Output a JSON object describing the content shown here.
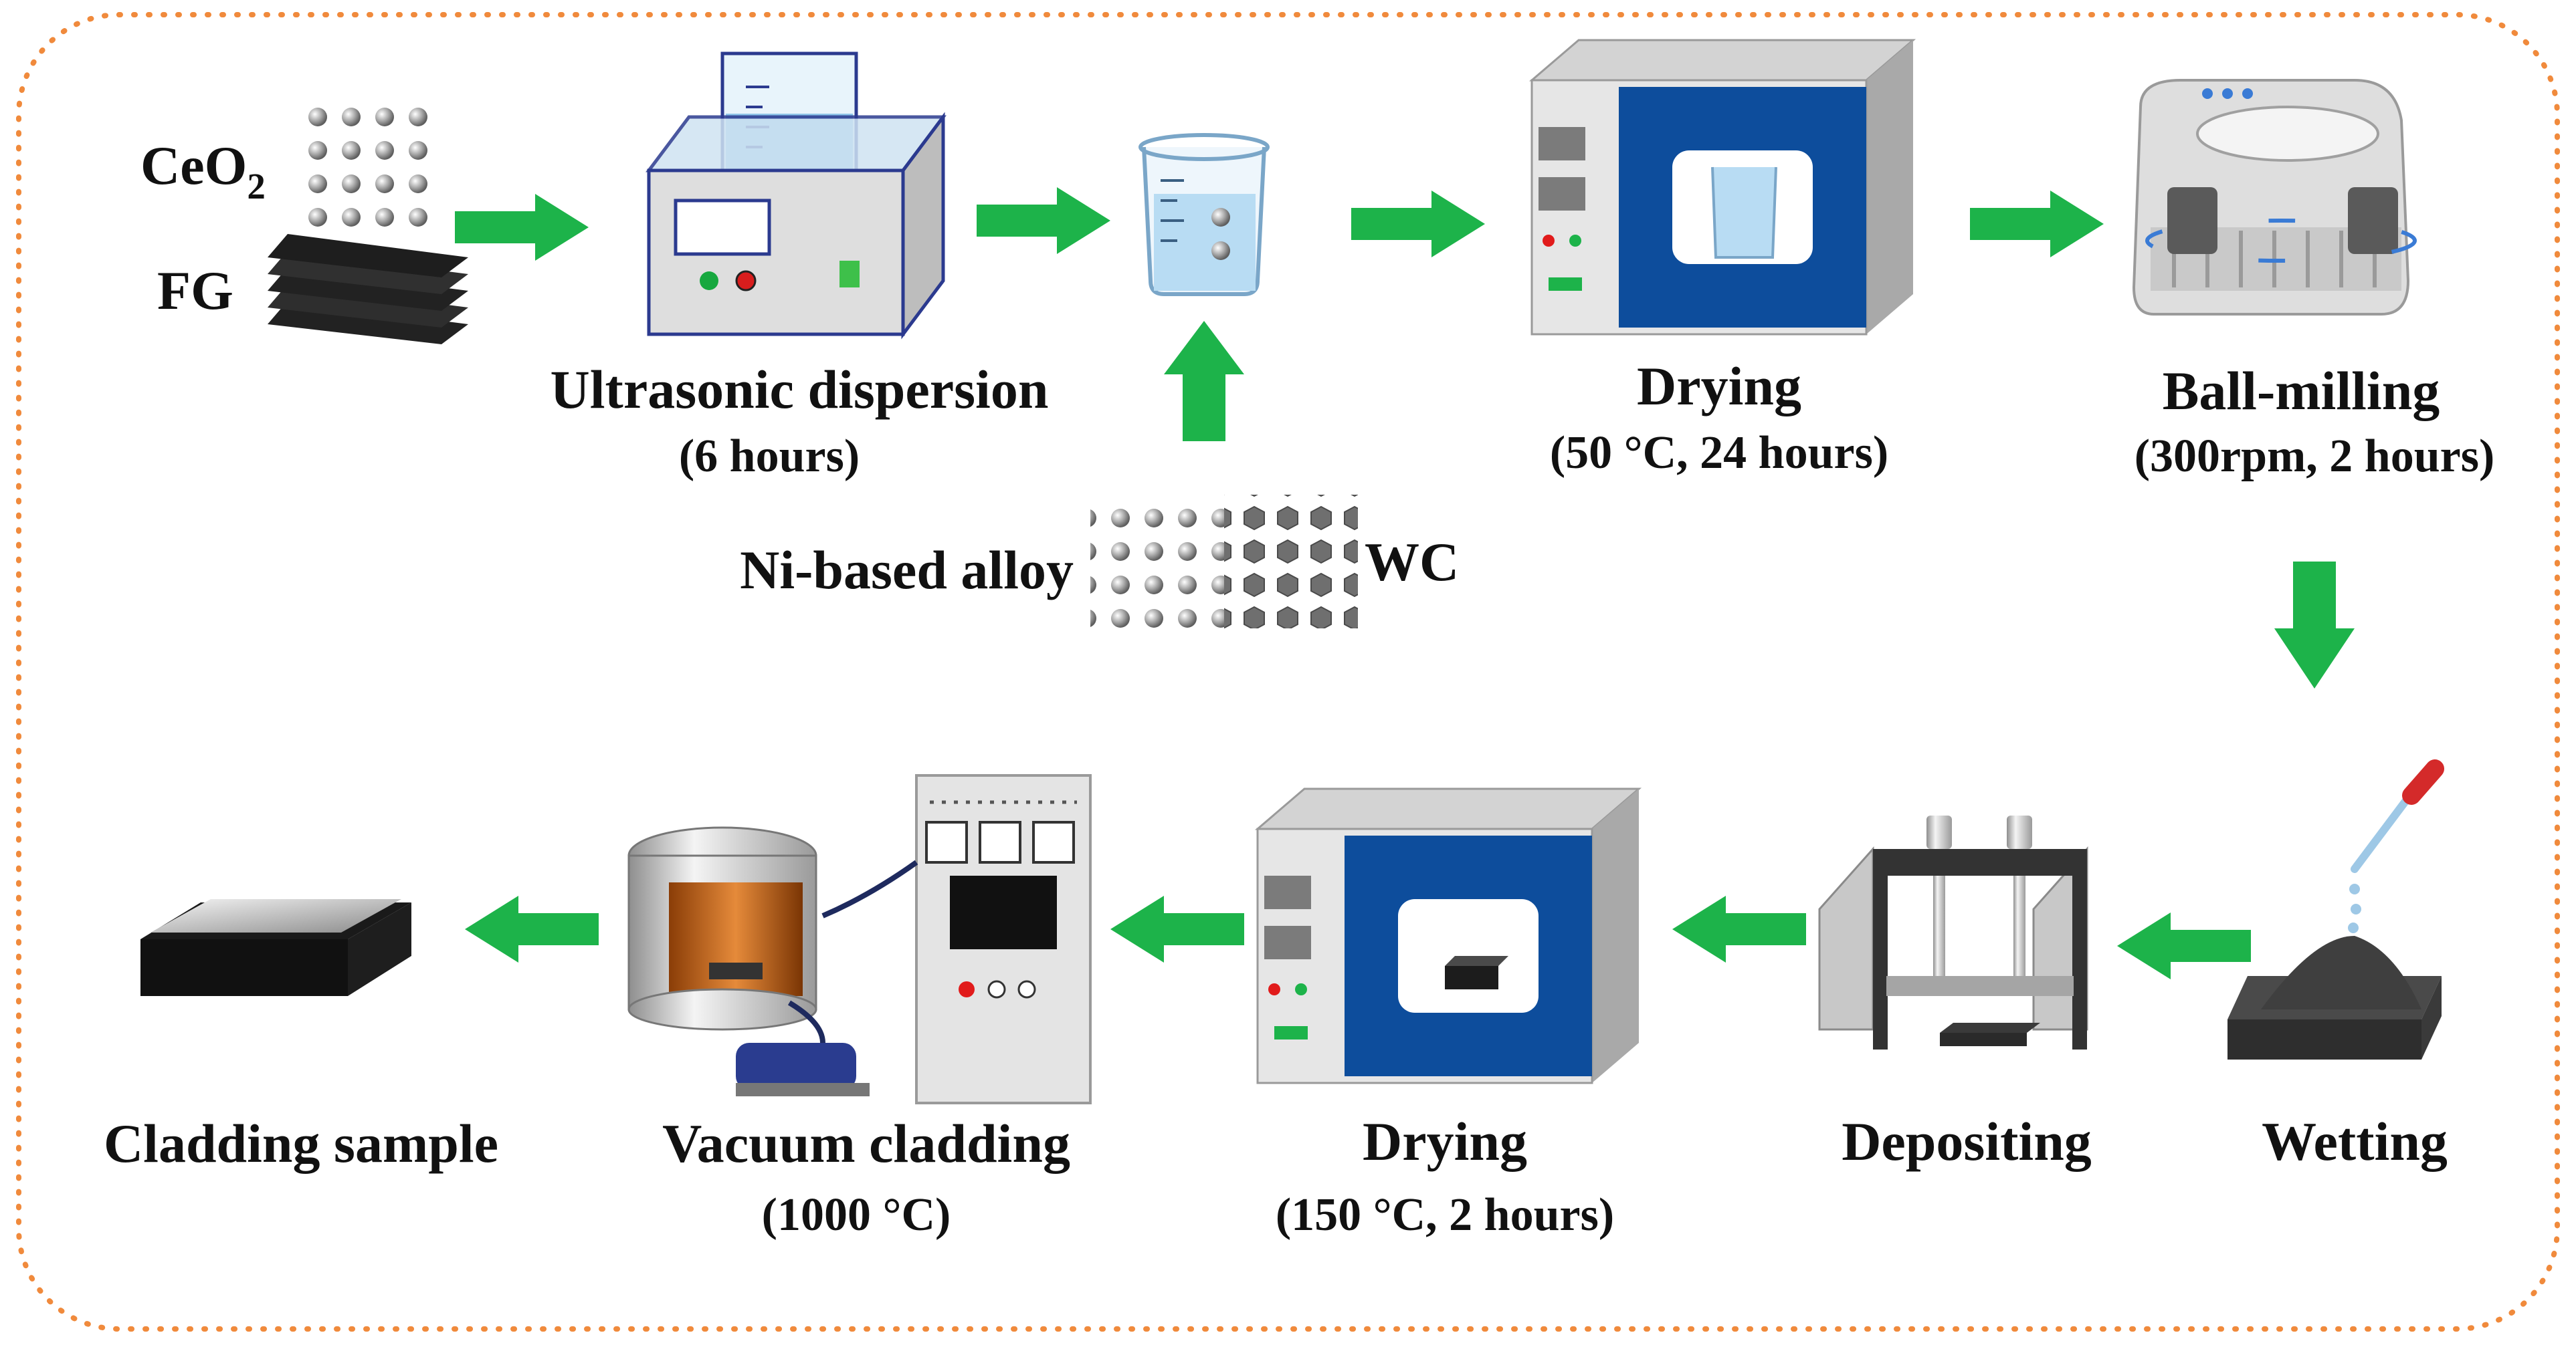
{
  "frame": {
    "border_color": "#f08a3c",
    "style": "dotted rounded rectangle"
  },
  "arrow_color": "#1db34a",
  "materials": {
    "ceo2": {
      "base": "CeO",
      "subscript": "2"
    },
    "fg": "FG",
    "ni_alloy": "Ni-based alloy",
    "wc": "WC"
  },
  "steps": {
    "ultrasonic": {
      "title": "Ultrasonic dispersion",
      "detail": "(6 hours)"
    },
    "drying1": {
      "title": "Drying",
      "detail": "(50 °C, 24 hours)"
    },
    "ballmill": {
      "title": "Ball-milling",
      "detail": "(300rpm, 2 hours)"
    },
    "wetting": {
      "title": "Wetting"
    },
    "depositing": {
      "title": "Depositing"
    },
    "drying2": {
      "title": "Drying",
      "detail": "(150 °C, 2 hours)"
    },
    "vacuum": {
      "title": "Vacuum cladding",
      "detail": "(1000 °C)"
    },
    "sample": {
      "title": "Cladding sample"
    }
  },
  "icons": [
    "ceo2-particles-icon",
    "fg-graphite-sheets-icon",
    "ultrasonic-bath-icon",
    "mixture-beaker-icon",
    "ni-alloy-particles-icon",
    "wc-particles-icon",
    "drying-oven-icon",
    "ball-mill-icon",
    "dropper-powder-icon",
    "press-mold-icon",
    "vacuum-furnace-icon",
    "cladding-sample-icon"
  ]
}
